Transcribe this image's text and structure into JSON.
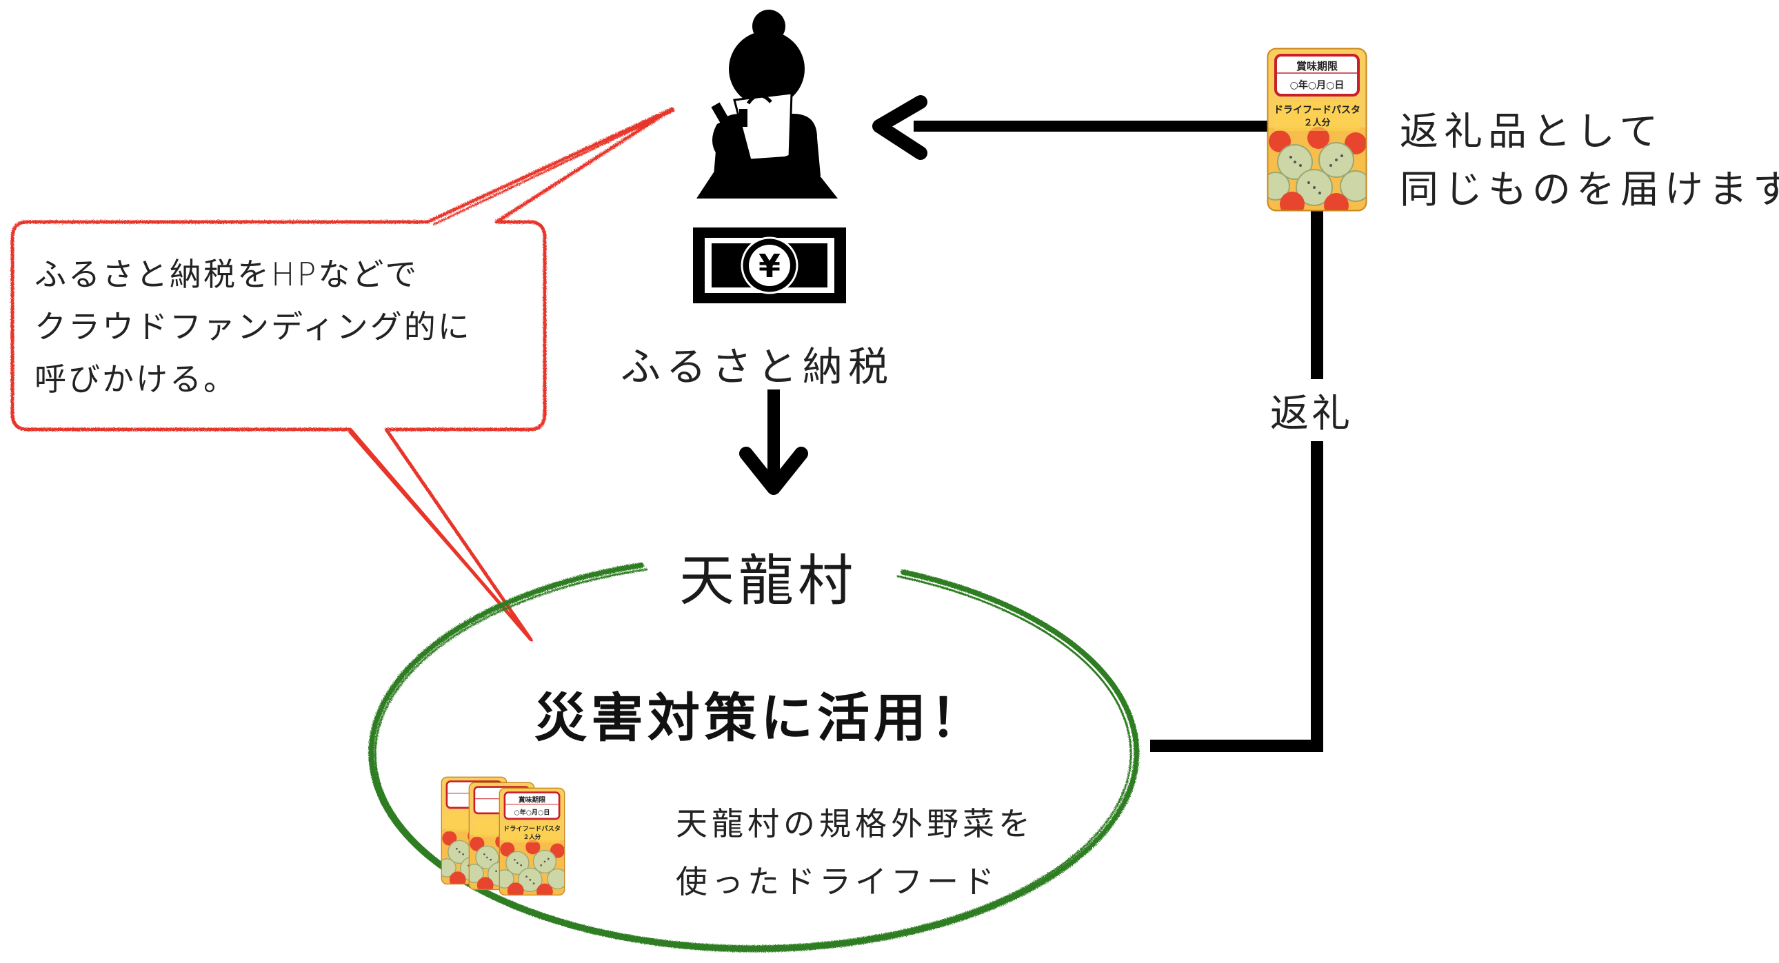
{
  "speech_bubble": {
    "lines": [
      "ふるさと納税をHPなどで",
      "クラウドファンディング的に",
      "呼びかける。"
    ]
  },
  "tax_label": "ふるさと納税",
  "yen_symbol": "¥",
  "village_name": "天龍村",
  "headline": "災害対策に活用！",
  "description": {
    "lines": [
      "天龍村の規格外野菜を",
      "使ったドライフード"
    ]
  },
  "return_label": "返礼",
  "return_note": {
    "lines": [
      "返礼品として",
      "同じものを届けます"
    ]
  },
  "package": {
    "expiry_title": "賞味期限",
    "expiry_date": "○年○月○日",
    "product_name": "ドライフードパスタ",
    "servings": "２人分"
  },
  "icons": {
    "person": "person-with-shopping-bag-icon",
    "money": "yen-banknote-icon",
    "package": "dry-food-package-icon"
  },
  "colors": {
    "bubble": "#e8352a",
    "ellipse": "#2f7d22",
    "package_orange": "#f2a521",
    "tomato": "#e8452e",
    "line": "#000000"
  }
}
